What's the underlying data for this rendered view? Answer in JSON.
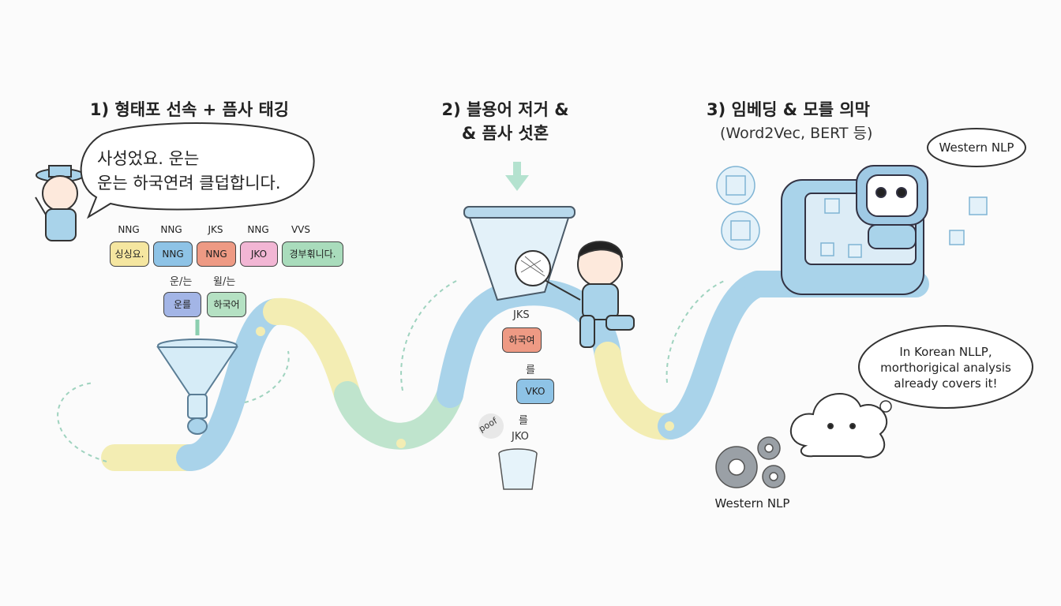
{
  "steps": [
    {
      "title": "1) 형태포 선속 + 픔사 태깅"
    },
    {
      "title_line1": "2) 블용어 저거 &",
      "title_line2": "& 픔사 섯혼"
    },
    {
      "title": "3) 임베딩 & 모를 의막",
      "subtitle": "(Word2Vec, BERT 등)"
    }
  ],
  "step1": {
    "speech_line1": "사성었요.  운는",
    "speech_line2": "운는 하국연려 클덥합니다.",
    "tags": [
      "NNG",
      "NNG",
      "JKS",
      "NNG",
      "VVS"
    ],
    "chips": [
      {
        "label": "싱싱요.",
        "color": "#f5e6a0"
      },
      {
        "label": "NNG",
        "color": "#8ec3e6"
      },
      {
        "label": "NNG",
        "color": "#ee9a84"
      },
      {
        "label": "JKO",
        "color": "#f2b6d4"
      },
      {
        "label": "경부횎니다.",
        "color": "#a9dcbc"
      }
    ],
    "sub_tags": [
      "운/는",
      "윌/는"
    ],
    "sub_chips": [
      {
        "label": "운를",
        "color": "#a3b5e6"
      },
      {
        "label": "하국어",
        "color": "#b5e1c3"
      }
    ]
  },
  "step2": {
    "tag_top": "JKS",
    "chip1": {
      "label": "하국여",
      "color": "#ee9a84"
    },
    "particle1": "를",
    "chip2": {
      "label": "VKO",
      "color": "#8ec3e6"
    },
    "particle2": "를",
    "tag_bottom": "JKO",
    "poof": "poof"
  },
  "step3": {
    "robot_speech": "Western NLP",
    "cloud_thought_line1": "In Korean NLLP,",
    "cloud_thought_line2": "morthorigical analysis",
    "cloud_thought_line3": "already covers it!",
    "gears_label": "Western NLP"
  },
  "colors": {
    "blue": "#a9d3ea",
    "yellow": "#f3edb3",
    "green": "#bfe4cd",
    "arrow": "#9fd3bf"
  }
}
